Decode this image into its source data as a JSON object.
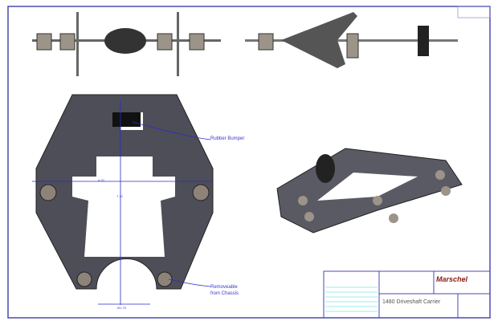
{
  "callouts": {
    "rubber_bumper": "Rubber Bumper",
    "removable": "Removeable",
    "removable_2": "from Chassis"
  },
  "dimensions": {
    "width": "4.20",
    "height": "7.10",
    "hole": "Ø1.75"
  },
  "title_block": {
    "part_name": "1480 Driveshaft Carrier",
    "logo_text": "Marschel"
  },
  "colors": {
    "border": "#4a4ab0",
    "part": "#4e4e58",
    "dimension": "#2a2acc",
    "title_grid": "#40d8d8"
  }
}
